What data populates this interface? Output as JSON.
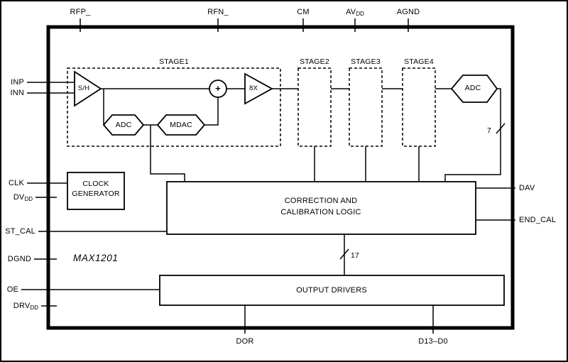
{
  "part_label": "MAX1201",
  "pins": {
    "top": [
      {
        "main": "RFP_",
        "sub": ""
      },
      {
        "main": "RFN_",
        "sub": ""
      },
      {
        "main": "CM",
        "sub": ""
      },
      {
        "main": "AV",
        "sub": "DD"
      },
      {
        "main": "AGND",
        "sub": ""
      }
    ],
    "left": [
      {
        "main": "INP",
        "sub": ""
      },
      {
        "main": "INN",
        "sub": ""
      },
      {
        "main": "CLK",
        "sub": ""
      },
      {
        "main": "DV",
        "sub": "DD"
      },
      {
        "main": "ST_CAL",
        "sub": ""
      },
      {
        "main": "DGND",
        "sub": ""
      },
      {
        "main": "OE",
        "sub": ""
      },
      {
        "main": "DRV",
        "sub": "DD"
      }
    ],
    "right": [
      {
        "main": "DAV",
        "sub": ""
      },
      {
        "main": "END_CAL",
        "sub": ""
      }
    ],
    "bottom": [
      {
        "main": "DOR",
        "sub": ""
      },
      {
        "main": "D13–D0",
        "sub": ""
      }
    ]
  },
  "blocks": {
    "stages": [
      "STAGE1",
      "STAGE2",
      "STAGE3",
      "STAGE4"
    ],
    "sample_hold": "S/H",
    "summer_symbol": "+",
    "gain_amp": "8X",
    "stage1_adc": "ADC",
    "stage1_mdac": "MDAC",
    "final_adc": "ADC",
    "clock_generator_line1": "CLOCK",
    "clock_generator_line2": "GENERATOR",
    "correction_line1": "CORRECTION AND",
    "correction_line2": "CALIBRATION LOGIC",
    "output_drivers": "OUTPUT DRIVERS"
  },
  "bus_widths": {
    "final_adc_bits": "7",
    "output_bits": "17"
  }
}
